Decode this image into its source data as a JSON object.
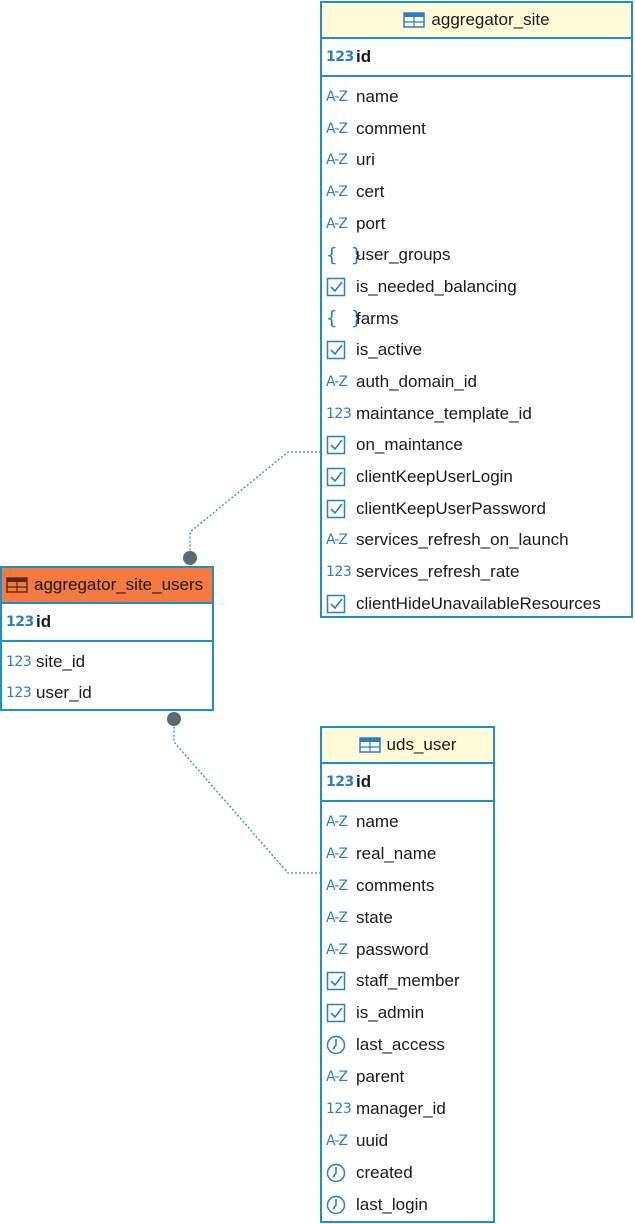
{
  "tables": {
    "aggregator_site": {
      "title": "aggregator_site",
      "pk": {
        "name": "id",
        "type": "number"
      },
      "attrs": [
        {
          "name": "name",
          "type": "text"
        },
        {
          "name": "comment",
          "type": "text"
        },
        {
          "name": "uri",
          "type": "text"
        },
        {
          "name": "cert",
          "type": "text"
        },
        {
          "name": "port",
          "type": "text"
        },
        {
          "name": "user_groups",
          "type": "json"
        },
        {
          "name": "is_needed_balancing",
          "type": "bool"
        },
        {
          "name": "farms",
          "type": "json"
        },
        {
          "name": "is_active",
          "type": "bool"
        },
        {
          "name": "auth_domain_id",
          "type": "text"
        },
        {
          "name": "maintance_template_id",
          "type": "number"
        },
        {
          "name": "on_maintance",
          "type": "bool"
        },
        {
          "name": "clientKeepUserLogin",
          "type": "bool"
        },
        {
          "name": "clientKeepUserPassword",
          "type": "bool"
        },
        {
          "name": "services_refresh_on_launch",
          "type": "text"
        },
        {
          "name": "services_refresh_rate",
          "type": "number"
        },
        {
          "name": "clientHideUnavailableResources",
          "type": "bool"
        }
      ]
    },
    "aggregator_site_users": {
      "title": "aggregator_site_users",
      "pk": {
        "name": "id",
        "type": "number"
      },
      "attrs": [
        {
          "name": "site_id",
          "type": "number"
        },
        {
          "name": "user_id",
          "type": "number"
        }
      ]
    },
    "uds_user": {
      "title": "uds_user",
      "pk": {
        "name": "id",
        "type": "number"
      },
      "attrs": [
        {
          "name": "name",
          "type": "text"
        },
        {
          "name": "real_name",
          "type": "text"
        },
        {
          "name": "comments",
          "type": "text"
        },
        {
          "name": "state",
          "type": "text"
        },
        {
          "name": "password",
          "type": "text"
        },
        {
          "name": "staff_member",
          "type": "bool"
        },
        {
          "name": "is_admin",
          "type": "bool"
        },
        {
          "name": "last_access",
          "type": "datetime"
        },
        {
          "name": "parent",
          "type": "text"
        },
        {
          "name": "manager_id",
          "type": "number"
        },
        {
          "name": "uuid",
          "type": "text"
        },
        {
          "name": "created",
          "type": "datetime"
        },
        {
          "name": "last_login",
          "type": "datetime"
        }
      ]
    }
  },
  "type_icons": {
    "number": "123",
    "text": "A-Z",
    "json": "{ }",
    "bool": "checkbox-icon",
    "datetime": "clock-icon"
  },
  "colors": {
    "border": "#1f8ec9",
    "header_highlight": "#fffbd8",
    "header_selected": "#f47a3f",
    "icon": "#2a7fc2",
    "connector": "#2a8ec9",
    "connector_dot": "#5a6a70"
  }
}
